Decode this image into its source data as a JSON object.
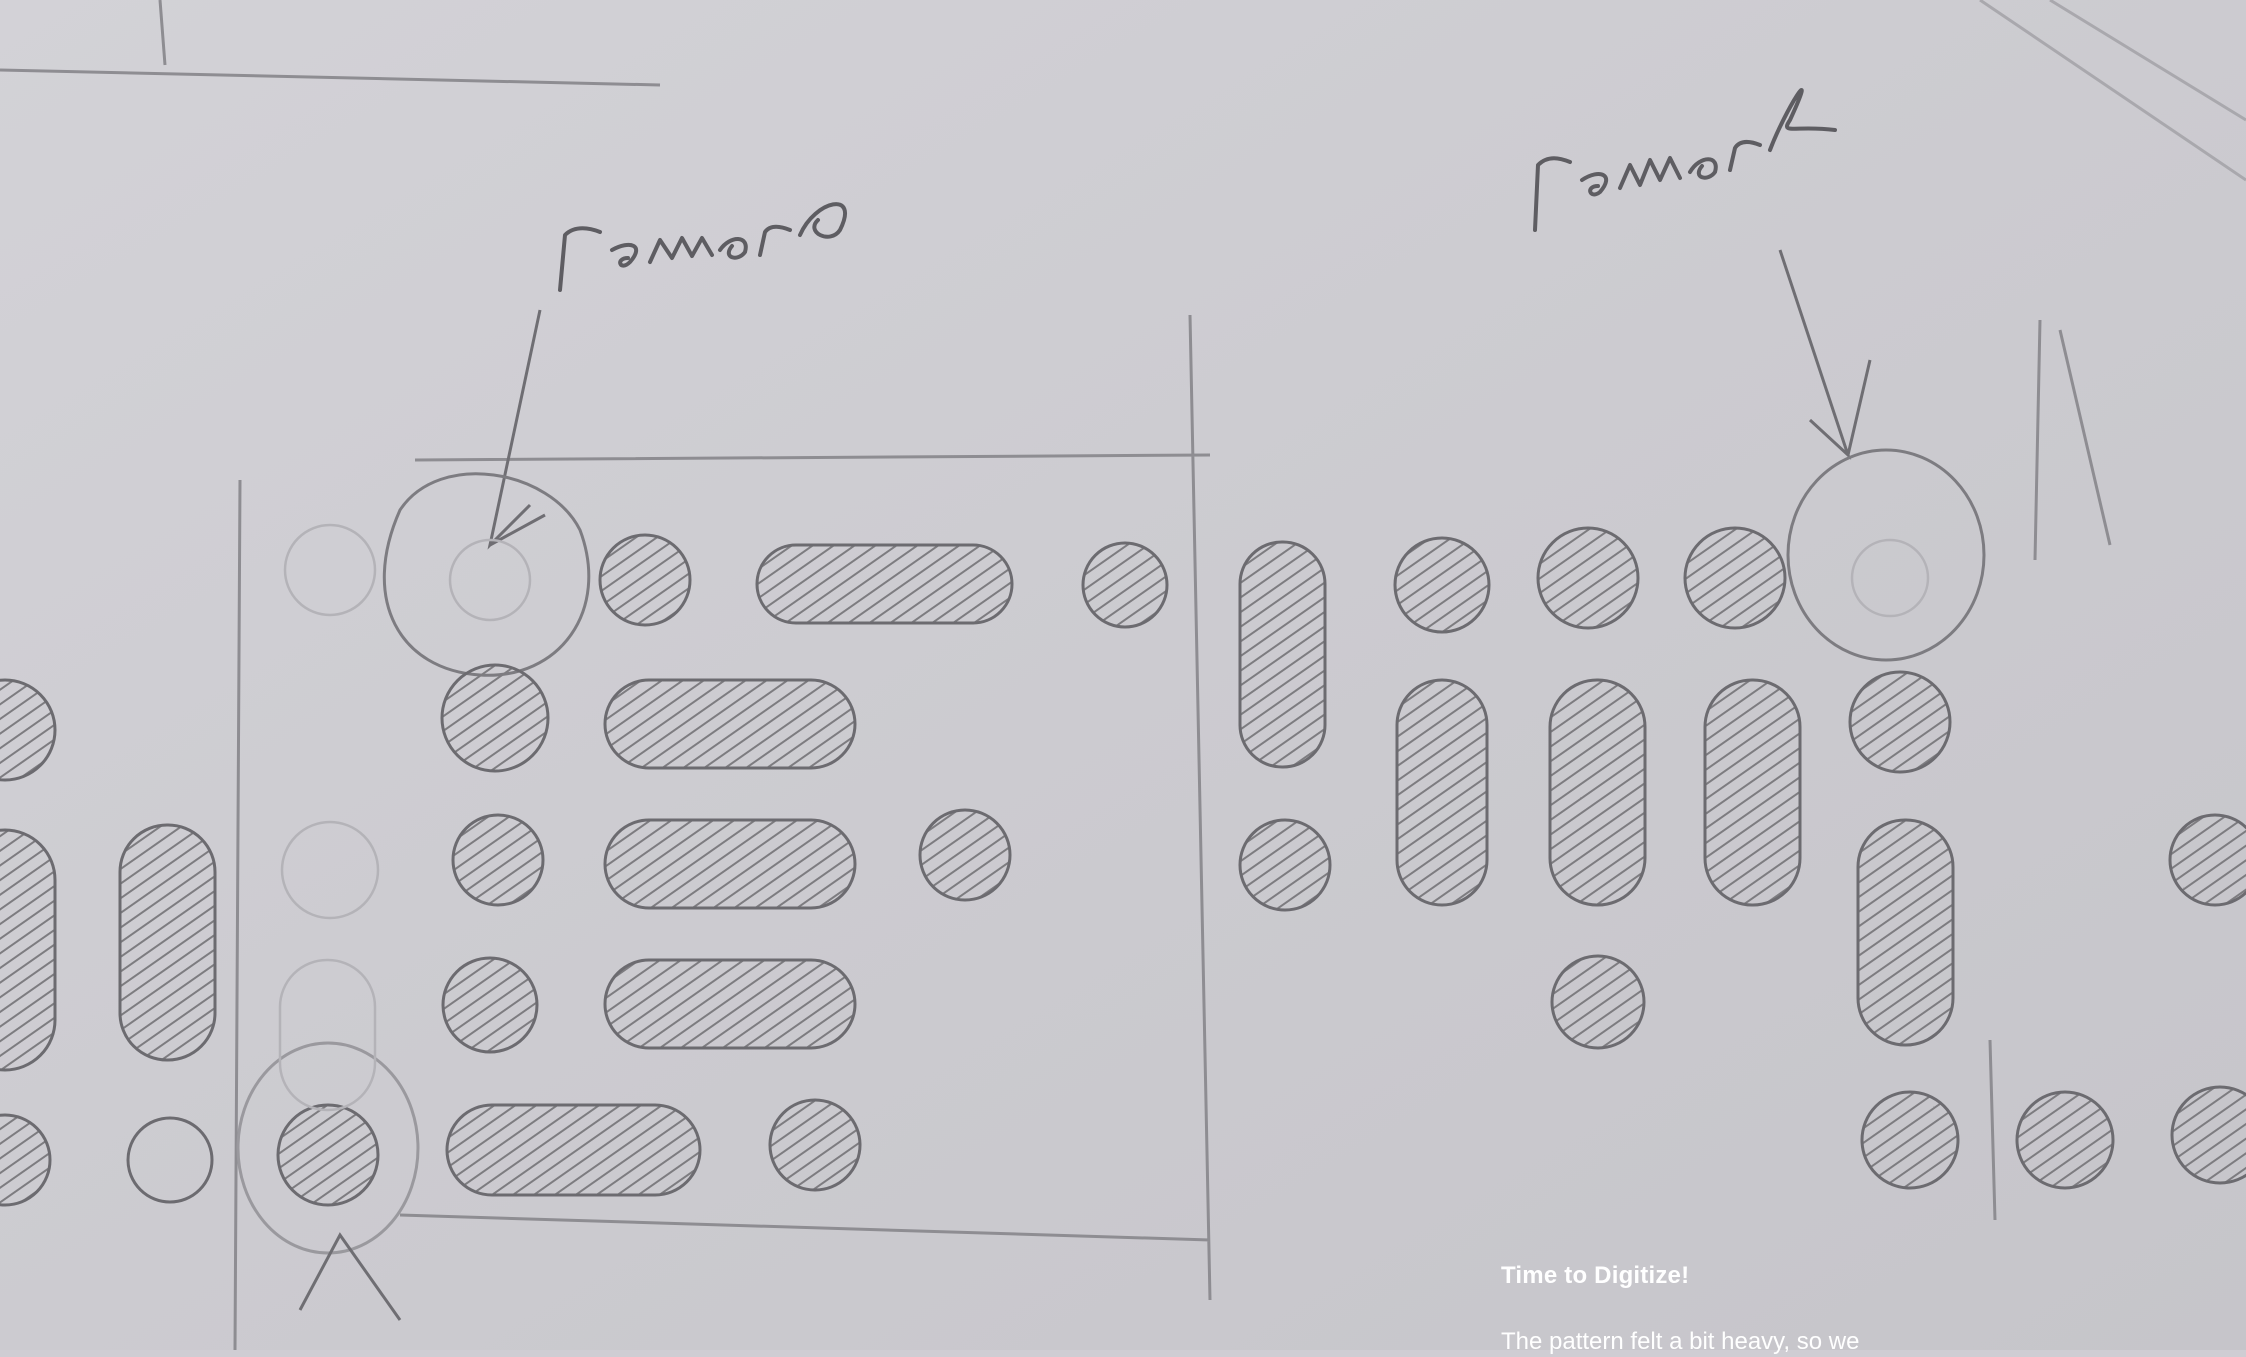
{
  "sketch": {
    "annotations": [
      "remove",
      "remove"
    ]
  },
  "caption": {
    "title": "Time to Digitize!",
    "body": "The pattern felt a bit heavy, so we"
  }
}
